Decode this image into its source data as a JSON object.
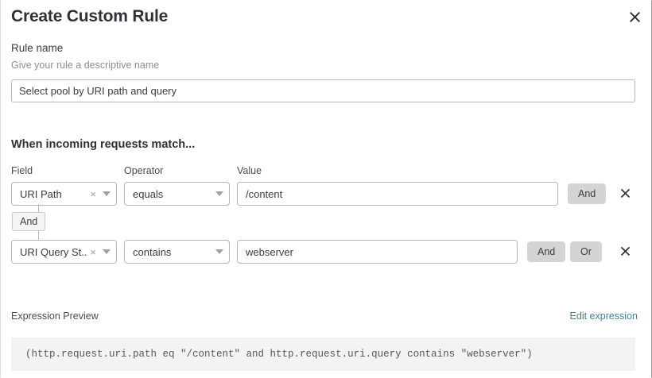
{
  "dialog": {
    "title": "Create Custom Rule",
    "close_icon": "close-icon"
  },
  "rule_name": {
    "label": "Rule name",
    "hint": "Give your rule a descriptive name",
    "value": "Select pool by URI path and query",
    "placeholder": "Rule name"
  },
  "match_section": {
    "heading": "When incoming requests match...",
    "columns": {
      "field": "Field",
      "operator": "Operator",
      "value": "Value"
    },
    "connector": {
      "label": "And"
    },
    "conditions": [
      {
        "field": "URI Path",
        "field_clear_icon": "×",
        "operator": "equals",
        "value": "/content",
        "value_placeholder": "Enter value",
        "logic_buttons": [
          "And"
        ],
        "remove_icon": "close-icon"
      },
      {
        "field": "URI Query St...",
        "field_clear_icon": "×",
        "operator": "contains",
        "value": "webserver",
        "value_placeholder": "Enter value",
        "logic_buttons": [
          "And",
          "Or"
        ],
        "remove_icon": "close-icon"
      }
    ]
  },
  "expression_preview": {
    "label": "Expression Preview",
    "edit_link": "Edit expression",
    "code": "(http.request.uri.path eq \"/content\" and http.request.uri.query contains \"webserver\")"
  },
  "colors": {
    "link": "#3c82ab",
    "button_gray": "#d3d4d5",
    "code_background": "#f2f3f3",
    "border": "#b6b9bb"
  }
}
